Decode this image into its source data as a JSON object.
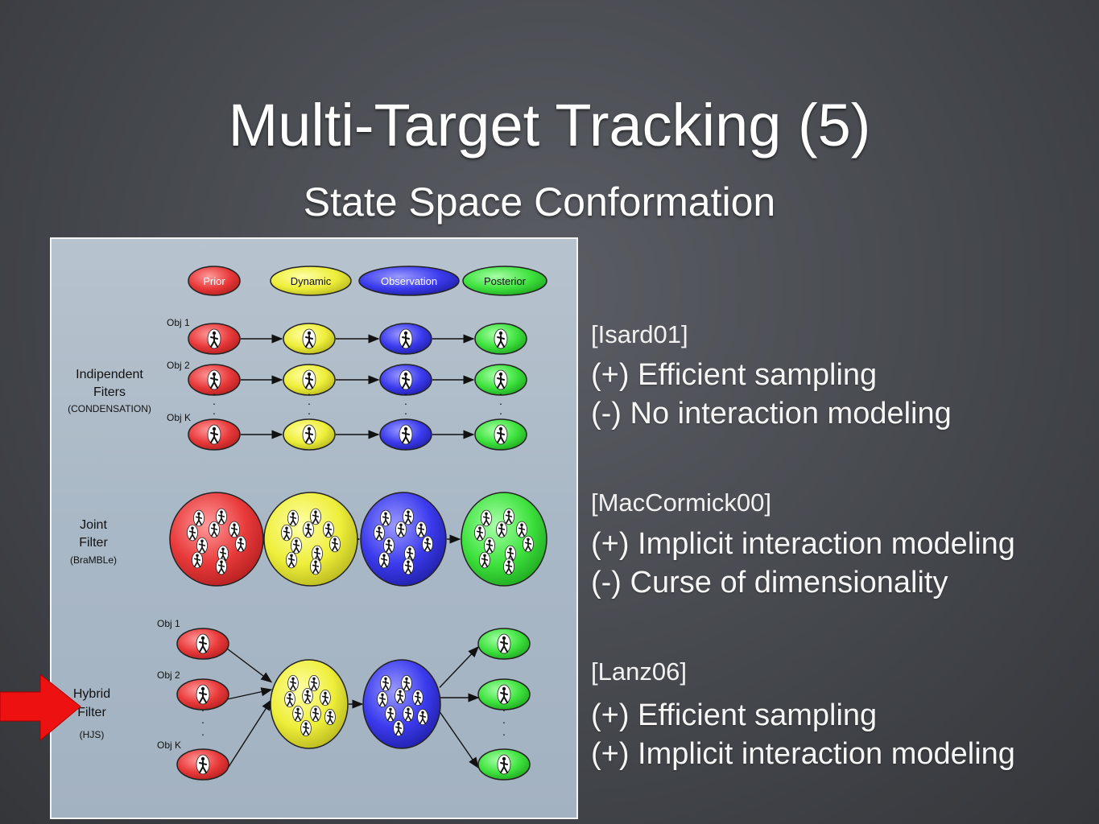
{
  "slide": {
    "title": "Multi-Target Tracking (5)",
    "subtitle": "State Space Conformation"
  },
  "diagram": {
    "legend": [
      {
        "label": "Prior",
        "color": "#e8393a"
      },
      {
        "label": "Dynamic",
        "color": "#eeee3a"
      },
      {
        "label": "Observation",
        "color": "#3b3bee"
      },
      {
        "label": "Posterior",
        "color": "#3ee23e"
      }
    ],
    "independent": {
      "label_line1": "Indipendent",
      "label_line2": "Fiters",
      "label_sub": "(CONDENSATION)",
      "obj1": "Obj 1",
      "obj2": "Obj 2",
      "objk": "Obj K"
    },
    "joint": {
      "label_line1": "Joint",
      "label_line2": "Filter",
      "label_sub": "(BraMBLe)"
    },
    "hybrid": {
      "label_line1": "Hybrid",
      "label_line2": "Filter",
      "label_sub": "(HJS)",
      "obj1": "Obj 1",
      "obj2": "Obj 2",
      "objk": "Obj K"
    },
    "ellipsis": "·",
    "pointer_color": "#ee1111"
  },
  "references": [
    {
      "tag": "[Isard01]",
      "lines": [
        "(+) Efficient sampling",
        "(-) No interaction modeling"
      ]
    },
    {
      "tag": "[MacCormick00]",
      "lines": [
        "(+) Implicit interaction modeling",
        "(-) Curse of dimensionality"
      ]
    },
    {
      "tag": "[Lanz06]",
      "lines": [
        "(+) Efficient sampling",
        "(+) Implicit interaction modeling"
      ]
    }
  ]
}
